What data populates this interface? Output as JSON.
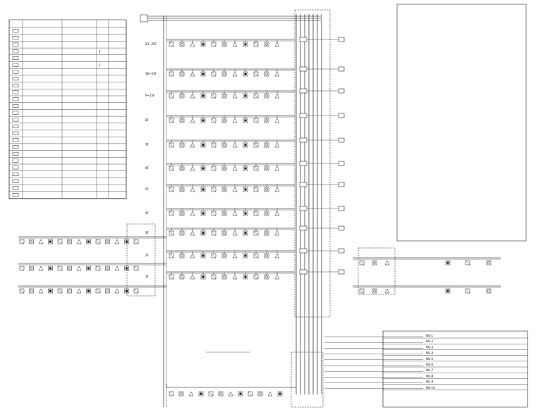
{
  "legend": {
    "title": "",
    "header": [
      "",
      "",
      "",
      "",
      ""
    ],
    "rows": [
      {
        "qty": ""
      },
      {
        "qty": ""
      },
      {
        "qty": ""
      },
      {
        "qty": "1"
      },
      {
        "qty": ""
      },
      {
        "qty": "1"
      },
      {
        "qty": ""
      },
      {
        "qty": ""
      },
      {
        "qty": ""
      },
      {
        "qty": ""
      },
      {
        "qty": ""
      },
      {
        "qty": ""
      },
      {
        "qty": ""
      },
      {
        "qty": ""
      },
      {
        "qty": ""
      },
      {
        "qty": ""
      },
      {
        "qty": ""
      },
      {
        "qty": ""
      },
      {
        "qty": ""
      },
      {
        "qty": ""
      },
      {
        "qty": ""
      },
      {
        "qty": ""
      },
      {
        "qty": ""
      },
      {
        "qty": ""
      },
      {
        "qty": ""
      }
    ]
  },
  "notes": {
    "lines": [
      "",
      "",
      "",
      "",
      "",
      "",
      "",
      "",
      "",
      "",
      "",
      "",
      "",
      "",
      "",
      "",
      "",
      "",
      "",
      "",
      "",
      "",
      "",
      "",
      "",
      "",
      "",
      "",
      "",
      "",
      "",
      "",
      "",
      "",
      "",
      "",
      "",
      "",
      "",
      "",
      "",
      ""
    ]
  },
  "floors": [
    {
      "label": "23~25F"
    },
    {
      "label": "16~22F"
    },
    {
      "label": "9~15F"
    },
    {
      "label": "8F"
    },
    {
      "label": "7F"
    },
    {
      "label": "6F"
    },
    {
      "label": "5F"
    },
    {
      "label": "4F"
    },
    {
      "label": "3F"
    },
    {
      "label": "2F"
    },
    {
      "label": "1F"
    }
  ],
  "left_branches": [
    {
      "label": ""
    },
    {
      "label": ""
    },
    {
      "label": ""
    }
  ],
  "right_branches": [
    {
      "label": ""
    },
    {
      "label": ""
    }
  ],
  "bottom": {
    "floor_label": "",
    "note": ""
  },
  "cable_table": {
    "rows": [
      {
        "code": "WL-1"
      },
      {
        "code": "WL-2"
      },
      {
        "code": "WL-3"
      },
      {
        "code": "WL-4"
      },
      {
        "code": "WL-5"
      },
      {
        "code": "WL-6"
      },
      {
        "code": "WL-7"
      },
      {
        "code": "WL-8"
      },
      {
        "code": "WL-9"
      },
      {
        "code": "WL-10"
      }
    ],
    "footer": [
      "",
      ""
    ]
  }
}
